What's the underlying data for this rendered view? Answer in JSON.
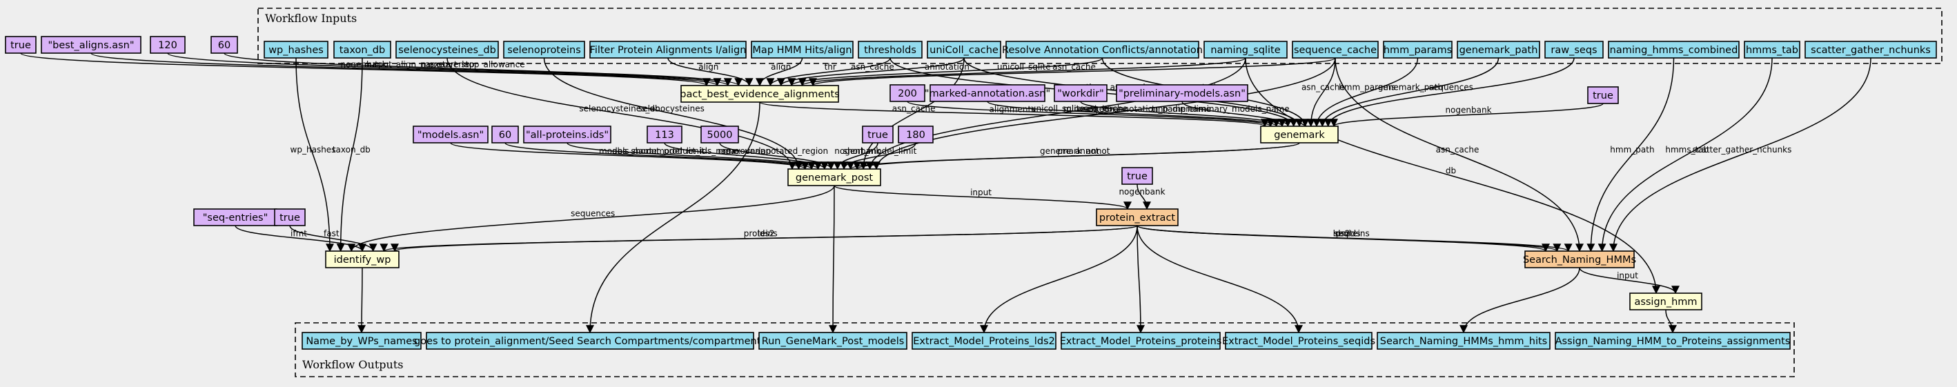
{
  "colors": {
    "input": "#94dcee",
    "literal": "#d9b3f7",
    "step": "#fdfdd2",
    "subworkflow": "#f8c996",
    "output": "#94dcee"
  },
  "clusters": {
    "inputs_label": "Workflow Inputs",
    "outputs_label": "Workflow Outputs"
  },
  "nodes": [
    {
      "id": "wp_hashes",
      "label": "wp_hashes",
      "kind": "input"
    },
    {
      "id": "taxon_db",
      "label": "taxon_db",
      "kind": "input"
    },
    {
      "id": "selenocysteines_db",
      "label": "selenocysteines_db",
      "kind": "input"
    },
    {
      "id": "selenoproteins",
      "label": "selenoproteins",
      "kind": "input"
    },
    {
      "id": "filter_align",
      "label": "Filter Protein Alignments I/align",
      "kind": "input"
    },
    {
      "id": "map_hmm_align",
      "label": "Map HMM Hits/align",
      "kind": "input"
    },
    {
      "id": "thresholds",
      "label": "thresholds",
      "kind": "input"
    },
    {
      "id": "unicoll_cache",
      "label": "uniColl_cache",
      "kind": "input"
    },
    {
      "id": "resolve_ann",
      "label": "Resolve Annotation Conflicts/annotation",
      "kind": "input"
    },
    {
      "id": "naming_sqlite",
      "label": "naming_sqlite",
      "kind": "input"
    },
    {
      "id": "sequence_cache",
      "label": "sequence_cache",
      "kind": "input"
    },
    {
      "id": "hmm_params",
      "label": "hmm_params",
      "kind": "input"
    },
    {
      "id": "genemark_path",
      "label": "genemark_path",
      "kind": "input"
    },
    {
      "id": "raw_seqs",
      "label": "raw_seqs",
      "kind": "input"
    },
    {
      "id": "naming_hmms_combined",
      "label": "naming_hmms_combined",
      "kind": "input"
    },
    {
      "id": "hmms_tab",
      "label": "hmms_tab",
      "kind": "input"
    },
    {
      "id": "scatter_gather_nchunks",
      "label": "scatter_gather_nchunks",
      "kind": "input"
    },
    {
      "id": "lit_true1",
      "label": "true",
      "kind": "literal"
    },
    {
      "id": "lit_best_aligns",
      "label": "\"best_aligns.asn\"",
      "kind": "literal"
    },
    {
      "id": "lit_120",
      "label": "120",
      "kind": "literal"
    },
    {
      "id": "lit_60a",
      "label": "60",
      "kind": "literal"
    },
    {
      "id": "lit_200",
      "label": "200",
      "kind": "literal"
    },
    {
      "id": "lit_marked",
      "label": "\"marked-annotation.asn\"",
      "kind": "literal"
    },
    {
      "id": "lit_workdir",
      "label": "\"workdir\"",
      "kind": "literal"
    },
    {
      "id": "lit_prelim",
      "label": "\"preliminary-models.asn\"",
      "kind": "literal"
    },
    {
      "id": "lit_true2",
      "label": "true",
      "kind": "literal"
    },
    {
      "id": "lit_models",
      "label": "\"models.asn\"",
      "kind": "literal"
    },
    {
      "id": "lit_60b",
      "label": "60",
      "kind": "literal"
    },
    {
      "id": "lit_allprot",
      "label": "\"all-proteins.ids\"",
      "kind": "literal"
    },
    {
      "id": "lit_113",
      "label": "113",
      "kind": "literal"
    },
    {
      "id": "lit_5000",
      "label": "5000",
      "kind": "literal"
    },
    {
      "id": "lit_true3",
      "label": "true",
      "kind": "literal"
    },
    {
      "id": "lit_180",
      "label": "180",
      "kind": "literal"
    },
    {
      "id": "lit_true4",
      "label": "true",
      "kind": "literal"
    },
    {
      "id": "lit_seqentries",
      "label": "\"seq-entries\"",
      "kind": "literal"
    },
    {
      "id": "lit_true5",
      "label": "true",
      "kind": "literal"
    },
    {
      "id": "bact_best",
      "label": "bact_best_evidence_alignments",
      "kind": "step"
    },
    {
      "id": "genemark",
      "label": "genemark",
      "kind": "step"
    },
    {
      "id": "genemark_post",
      "label": "genemark_post",
      "kind": "step"
    },
    {
      "id": "protein_extract",
      "label": "protein_extract",
      "kind": "subworkflow"
    },
    {
      "id": "identify_wp",
      "label": "identify_wp",
      "kind": "step"
    },
    {
      "id": "search_naming",
      "label": "Search_Naming_HMMs",
      "kind": "subworkflow"
    },
    {
      "id": "assign_hmm",
      "label": "assign_hmm",
      "kind": "step"
    },
    {
      "id": "out_names",
      "label": "Name_by_WPs_names",
      "kind": "output"
    },
    {
      "id": "out_goes",
      "label": "goes to protein_alignment/Seed Search Compartments/compartments",
      "kind": "output"
    },
    {
      "id": "out_run",
      "label": "Run_GeneMark_Post_models",
      "kind": "output"
    },
    {
      "id": "out_lds2",
      "label": "Extract_Model_Proteins_lds2",
      "kind": "output"
    },
    {
      "id": "out_proteins",
      "label": "Extract_Model_Proteins_proteins",
      "kind": "output"
    },
    {
      "id": "out_seqids",
      "label": "Extract_Model_Proteins_seqids",
      "kind": "output"
    },
    {
      "id": "out_hmm_hits",
      "label": "Search_Naming_HMMs_hmm_hits",
      "kind": "output"
    },
    {
      "id": "out_assign",
      "label": "Assign_Naming_HMM_to_Proteins_assignments",
      "kind": "output"
    }
  ],
  "edges": [
    {
      "id": "e1",
      "from": "lit_true1",
      "to": "bact_best",
      "label": "nogenbank"
    },
    {
      "id": "e2",
      "from": "lit_best_aligns",
      "to": "bact_best",
      "label": "output_align_name"
    },
    {
      "id": "e3",
      "from": "lit_120",
      "to": "bact_best",
      "label": "max_overlap"
    },
    {
      "id": "e4",
      "from": "lit_60a",
      "to": "bact_best",
      "label": "start_stop_allowance"
    },
    {
      "id": "e5",
      "from": "filter_align",
      "to": "bact_best",
      "label": "align"
    },
    {
      "id": "e6",
      "from": "map_hmm_align",
      "to": "bact_best",
      "label": "align"
    },
    {
      "id": "e7",
      "from": "thresholds",
      "to": "bact_best",
      "label": "thr"
    },
    {
      "id": "e8",
      "from": "unicoll_cache",
      "to": "bact_best",
      "label": "asn_cache"
    },
    {
      "id": "e9",
      "from": "resolve_ann",
      "to": "bact_best",
      "label": "annotation"
    },
    {
      "id": "e10",
      "from": "naming_sqlite",
      "to": "bact_best",
      "label": "unicoll_sqlite"
    },
    {
      "id": "e11",
      "from": "sequence_cache",
      "to": "bact_best",
      "label": "asn_cache"
    },
    {
      "id": "e12",
      "from": "wp_hashes",
      "to": "identify_wp",
      "label": "wp_hashes"
    },
    {
      "id": "e13",
      "from": "taxon_db",
      "to": "identify_wp",
      "label": "taxon_db"
    },
    {
      "id": "e14",
      "from": "selenocysteines_db",
      "to": "genemark_post",
      "label": "selenocysteines_db"
    },
    {
      "id": "e15",
      "from": "selenoproteins",
      "to": "genemark_post",
      "label": "selenocysteines"
    },
    {
      "id": "e16",
      "from": "bact_best",
      "to": "genemark",
      "label": "alignments"
    },
    {
      "id": "e17",
      "from": "bact_best",
      "to": "out_goes",
      "label": ""
    },
    {
      "id": "e18",
      "from": "lit_200",
      "to": "genemark",
      "label": "min_seq_len"
    },
    {
      "id": "e19",
      "from": "lit_marked",
      "to": "genemark",
      "label": "marked_annotation_name"
    },
    {
      "id": "e20",
      "from": "lit_workdir",
      "to": "genemark",
      "label": "tmp_dir_name"
    },
    {
      "id": "e21",
      "from": "lit_prelim",
      "to": "genemark",
      "label": "preliminary_models_name"
    },
    {
      "id": "e22",
      "from": "thresholds",
      "to": "genemark",
      "label": "thr"
    },
    {
      "id": "e23",
      "from": "unicoll_cache",
      "to": "genemark",
      "label": "asn_cache"
    },
    {
      "id": "e24",
      "from": "resolve_ann",
      "to": "genemark",
      "label": "annotation"
    },
    {
      "id": "e25",
      "from": "sequence_cache",
      "to": "genemark",
      "label": "asn_cache"
    },
    {
      "id": "e26",
      "from": "hmm_params",
      "to": "genemark",
      "label": "hmm_params"
    },
    {
      "id": "e27",
      "from": "genemark_path",
      "to": "genemark",
      "label": "genemark_path"
    },
    {
      "id": "e28",
      "from": "raw_seqs",
      "to": "genemark",
      "label": "sequences"
    },
    {
      "id": "e29",
      "from": "lit_true2",
      "to": "genemark",
      "label": "nogenbank"
    },
    {
      "id": "e30",
      "from": "lit_models",
      "to": "genemark_post",
      "label": "models_name"
    },
    {
      "id": "e31",
      "from": "lit_60b",
      "to": "genemark_post",
      "label": "abs_short_model_limit"
    },
    {
      "id": "e32",
      "from": "lit_allprot",
      "to": "genemark_post",
      "label": "out_product_ids_name"
    },
    {
      "id": "e33",
      "from": "lit_113",
      "to": "genemark_post",
      "label": "max_overlap"
    },
    {
      "id": "e34",
      "from": "lit_5000",
      "to": "genemark_post",
      "label": "max_unannotated_region"
    },
    {
      "id": "e35",
      "from": "lit_true3",
      "to": "genemark_post",
      "label": "nogenbank"
    },
    {
      "id": "e36",
      "from": "lit_180",
      "to": "genemark_post",
      "label": "short_model_limit"
    },
    {
      "id": "e37",
      "from": "genemark",
      "to": "genemark_post",
      "label": "genemark_annot"
    },
    {
      "id": "e38",
      "from": "genemark",
      "to": "genemark_post",
      "label": "pre_annot"
    },
    {
      "id": "e39",
      "from": "unicoll_cache",
      "to": "genemark_post",
      "label": "asn_cache"
    },
    {
      "id": "e40",
      "from": "naming_sqlite",
      "to": "genemark_post",
      "label": "unicoll_sqlite"
    },
    {
      "id": "e41",
      "from": "sequence_cache",
      "to": "genemark_post",
      "label": "asn_cache"
    },
    {
      "id": "e42",
      "from": "genemark_post",
      "to": "protein_extract",
      "label": "input"
    },
    {
      "id": "e43",
      "from": "genemark_post",
      "to": "identify_wp",
      "label": "sequences"
    },
    {
      "id": "e44",
      "from": "genemark_post",
      "to": "out_run",
      "label": ""
    },
    {
      "id": "e45",
      "from": "lit_true4",
      "to": "protein_extract",
      "label": "nogenbank"
    },
    {
      "id": "e46",
      "from": "lit_seqentries",
      "to": "identify_wp",
      "label": "ifmt"
    },
    {
      "id": "e47",
      "from": "lit_true5",
      "to": "identify_wp",
      "label": "fast"
    },
    {
      "id": "e48",
      "from": "protein_extract",
      "to": "identify_wp",
      "label": "proteins"
    },
    {
      "id": "e49",
      "from": "protein_extract",
      "to": "identify_wp",
      "label": "lds2"
    },
    {
      "id": "e50",
      "from": "protein_extract",
      "to": "search_naming",
      "label": "lds2"
    },
    {
      "id": "e51",
      "from": "protein_extract",
      "to": "search_naming",
      "label": "seqids"
    },
    {
      "id": "e52",
      "from": "protein_extract",
      "to": "search_naming",
      "label": "proteins"
    },
    {
      "id": "e53",
      "from": "protein_extract",
      "to": "out_lds2",
      "label": ""
    },
    {
      "id": "e54",
      "from": "protein_extract",
      "to": "out_proteins",
      "label": ""
    },
    {
      "id": "e55",
      "from": "protein_extract",
      "to": "out_seqids",
      "label": ""
    },
    {
      "id": "e56",
      "from": "sequence_cache",
      "to": "search_naming",
      "label": "asn_cache"
    },
    {
      "id": "e57",
      "from": "naming_hmms_combined",
      "to": "search_naming",
      "label": "hmm_path"
    },
    {
      "id": "e58",
      "from": "hmms_tab",
      "to": "search_naming",
      "label": "hmms_tab"
    },
    {
      "id": "e59",
      "from": "scatter_gather_nchunks",
      "to": "search_naming",
      "label": "scatter_gather_nchunks"
    },
    {
      "id": "e60",
      "from": "naming_sqlite",
      "to": "assign_hmm",
      "label": "db"
    },
    {
      "id": "e61",
      "from": "search_naming",
      "to": "assign_hmm",
      "label": "input"
    },
    {
      "id": "e62",
      "from": "search_naming",
      "to": "out_hmm_hits",
      "label": ""
    },
    {
      "id": "e63",
      "from": "identify_wp",
      "to": "out_names",
      "label": ""
    },
    {
      "id": "e64",
      "from": "assign_hmm",
      "to": "out_assign",
      "label": ""
    }
  ]
}
